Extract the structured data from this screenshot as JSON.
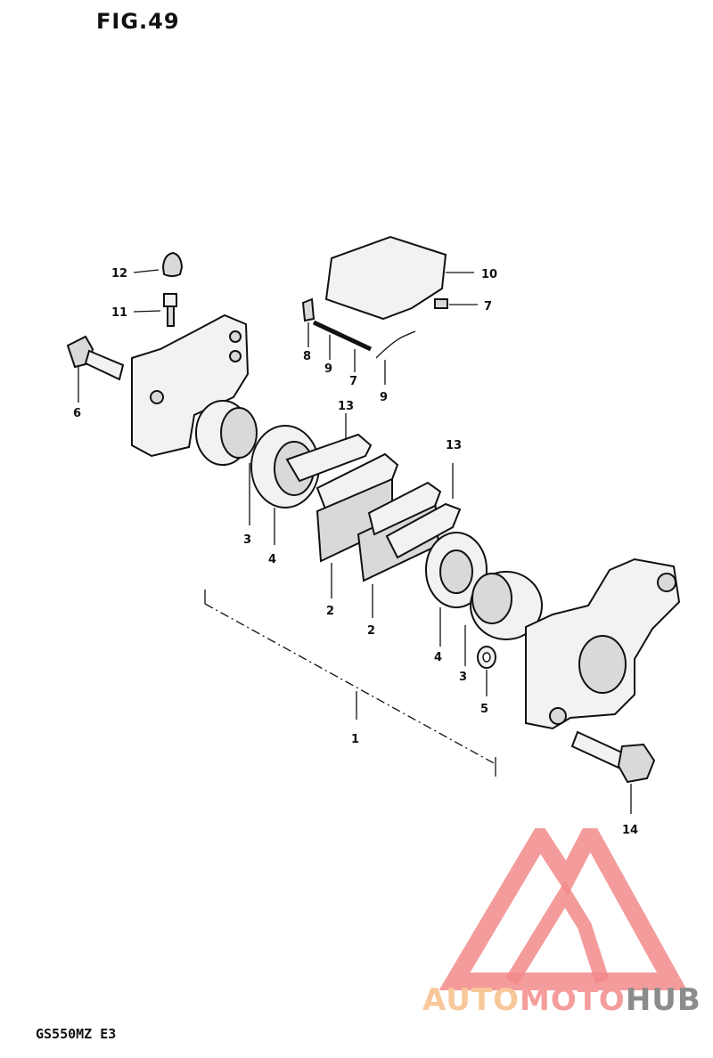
{
  "figure": {
    "title": "FIG.49",
    "model_code": "GS550MZ E3"
  },
  "callouts": [
    "12",
    "11",
    "6",
    "10",
    "7",
    "8",
    "9",
    "7",
    "9",
    "13",
    "3",
    "4",
    "13",
    "2",
    "2",
    "4",
    "3",
    "5",
    "1",
    "14"
  ],
  "watermark": {
    "word_1": "AUTO",
    "word_2": "MOTO",
    "word_3": "HUB",
    "colors": {
      "auto": "#f8c89a",
      "moto": "#f59c9c",
      "hub": "#8c8c8c",
      "triangle": "#f28a8a"
    }
  }
}
